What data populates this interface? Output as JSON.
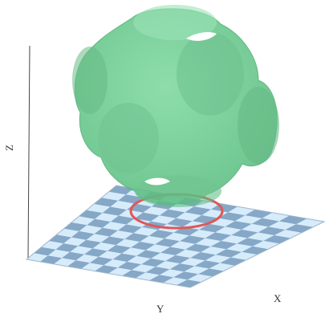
{
  "axes": {
    "x_label": "X",
    "y_label": "Y",
    "z_label": "Z"
  },
  "colors": {
    "solid_fill": "#6fce92",
    "solid_edge": "#4fae72",
    "checker_light": "#d6ecfb",
    "checker_dark": "#86a7c6",
    "ring": "#e05757",
    "axis": "#444444"
  }
}
